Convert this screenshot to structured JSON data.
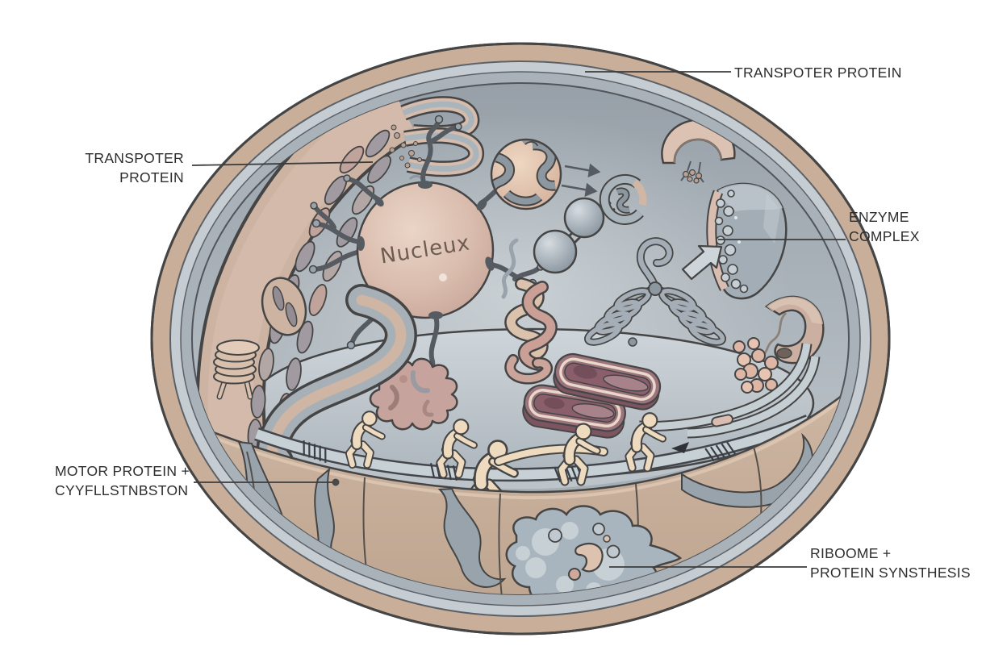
{
  "illustration": {
    "type": "cell-cutaway-diagram",
    "background_color": "#ffffff",
    "colors": {
      "membrane_outer": "#c9af99",
      "membrane_ring_light": "#c6cdd2",
      "membrane_ring_mid": "#a9b2b9",
      "cytoplasm_top": "#97a0a8",
      "cytoplasm_bottom": "#c6ced3",
      "bowl_tan": "#c9b09d",
      "bowl_streak": "#99a3ab",
      "floor_light": "#ced5da",
      "floor_dark": "#adb6bd",
      "nucleus_light": "#ead5c7",
      "nucleus_edge": "#c6a598",
      "organelle_tan": "#cdb3a2",
      "organelle_gray": "#a3adb5",
      "organelle_maroon": "#9b737d",
      "figure_cream": "#eddabf",
      "beads_pink": "#ddb6a5",
      "blob_gray": "#a9b5be",
      "outline": "#474747",
      "label_text": "#2d2d2d",
      "leader_line": "#3c3c3c"
    },
    "nucleus": {
      "label": "Nucleux"
    },
    "labels": {
      "transporter_top": {
        "text": "TRANSPOTER PROTEIN"
      },
      "transporter_left": {
        "line1": "TRANSPOTER",
        "line2": "PROTEIN"
      },
      "enzyme_complex": {
        "line1": "ENZYME",
        "line2": "COMPLEX"
      },
      "motor_protein": {
        "line1": "MOTOR PROTEIN +",
        "line2": "CYYFLLSTNBSTON"
      },
      "ribosome": {
        "line1": "RIBOOME +",
        "line2": "PROTEIN SYNSTHESIS"
      }
    }
  }
}
